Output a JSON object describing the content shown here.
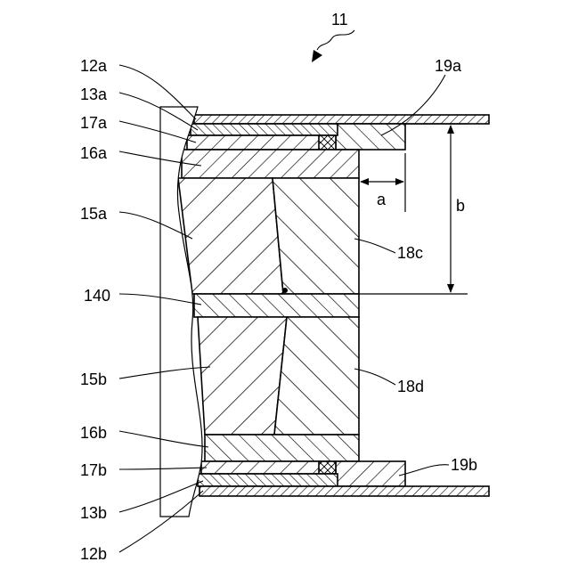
{
  "figure": {
    "number": "11",
    "labels": {
      "l12a": "12a",
      "l13a": "13a",
      "l17a": "17a",
      "l16a": "16a",
      "l15a": "15a",
      "l140": "140",
      "l15b": "15b",
      "l16b": "16b",
      "l17b": "17b",
      "l13b": "13b",
      "l12b": "12b",
      "l19a": "19a",
      "l19b": "19b",
      "l18c": "18c",
      "l18d": "18d",
      "dim_a": "a",
      "dim_b": "b"
    }
  }
}
